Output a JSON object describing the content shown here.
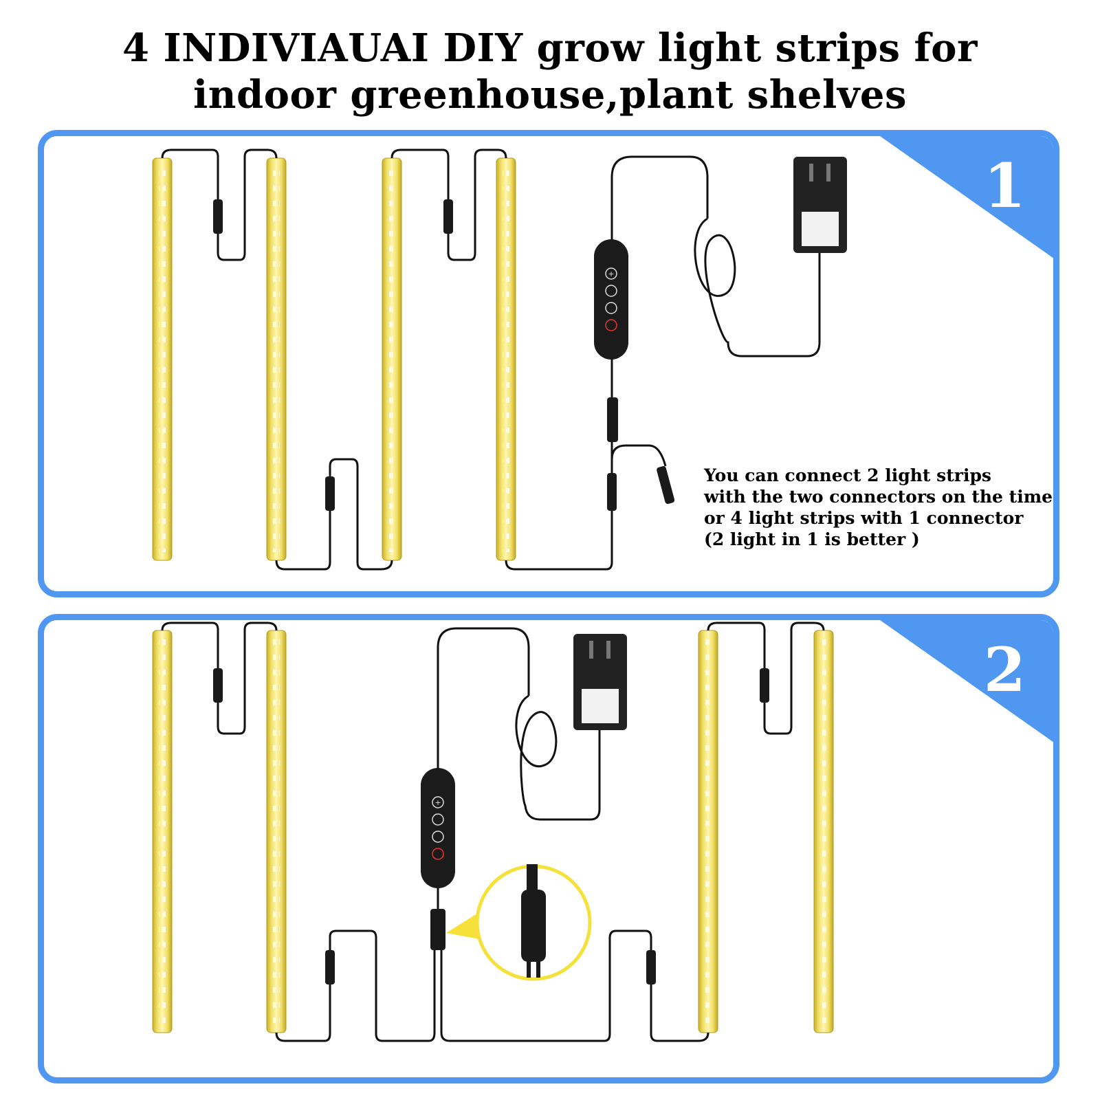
{
  "title": {
    "line1": "4 INDIVIAUAI DIY grow light strips for",
    "line2": "indoor greenhouse,plant shelves"
  },
  "panels": [
    {
      "number": "1",
      "note": [
        "You can connect 2 light strips",
        "with the two connectors on the timer",
        "or 4 light strips with 1 connector",
        "(2 light in 1 is better )"
      ]
    },
    {
      "number": "2"
    }
  ],
  "colors": {
    "panel_border": "#4f97f0",
    "strip_yellow": "#f2e16b",
    "led_white": "#fffbe0",
    "cable": "#111111",
    "magnifier_ring": "#f5e13a"
  },
  "icons": [
    "plus-icon",
    "cycle-icon",
    "timer-icon",
    "power-icon",
    "plug-prongs-icon"
  ]
}
